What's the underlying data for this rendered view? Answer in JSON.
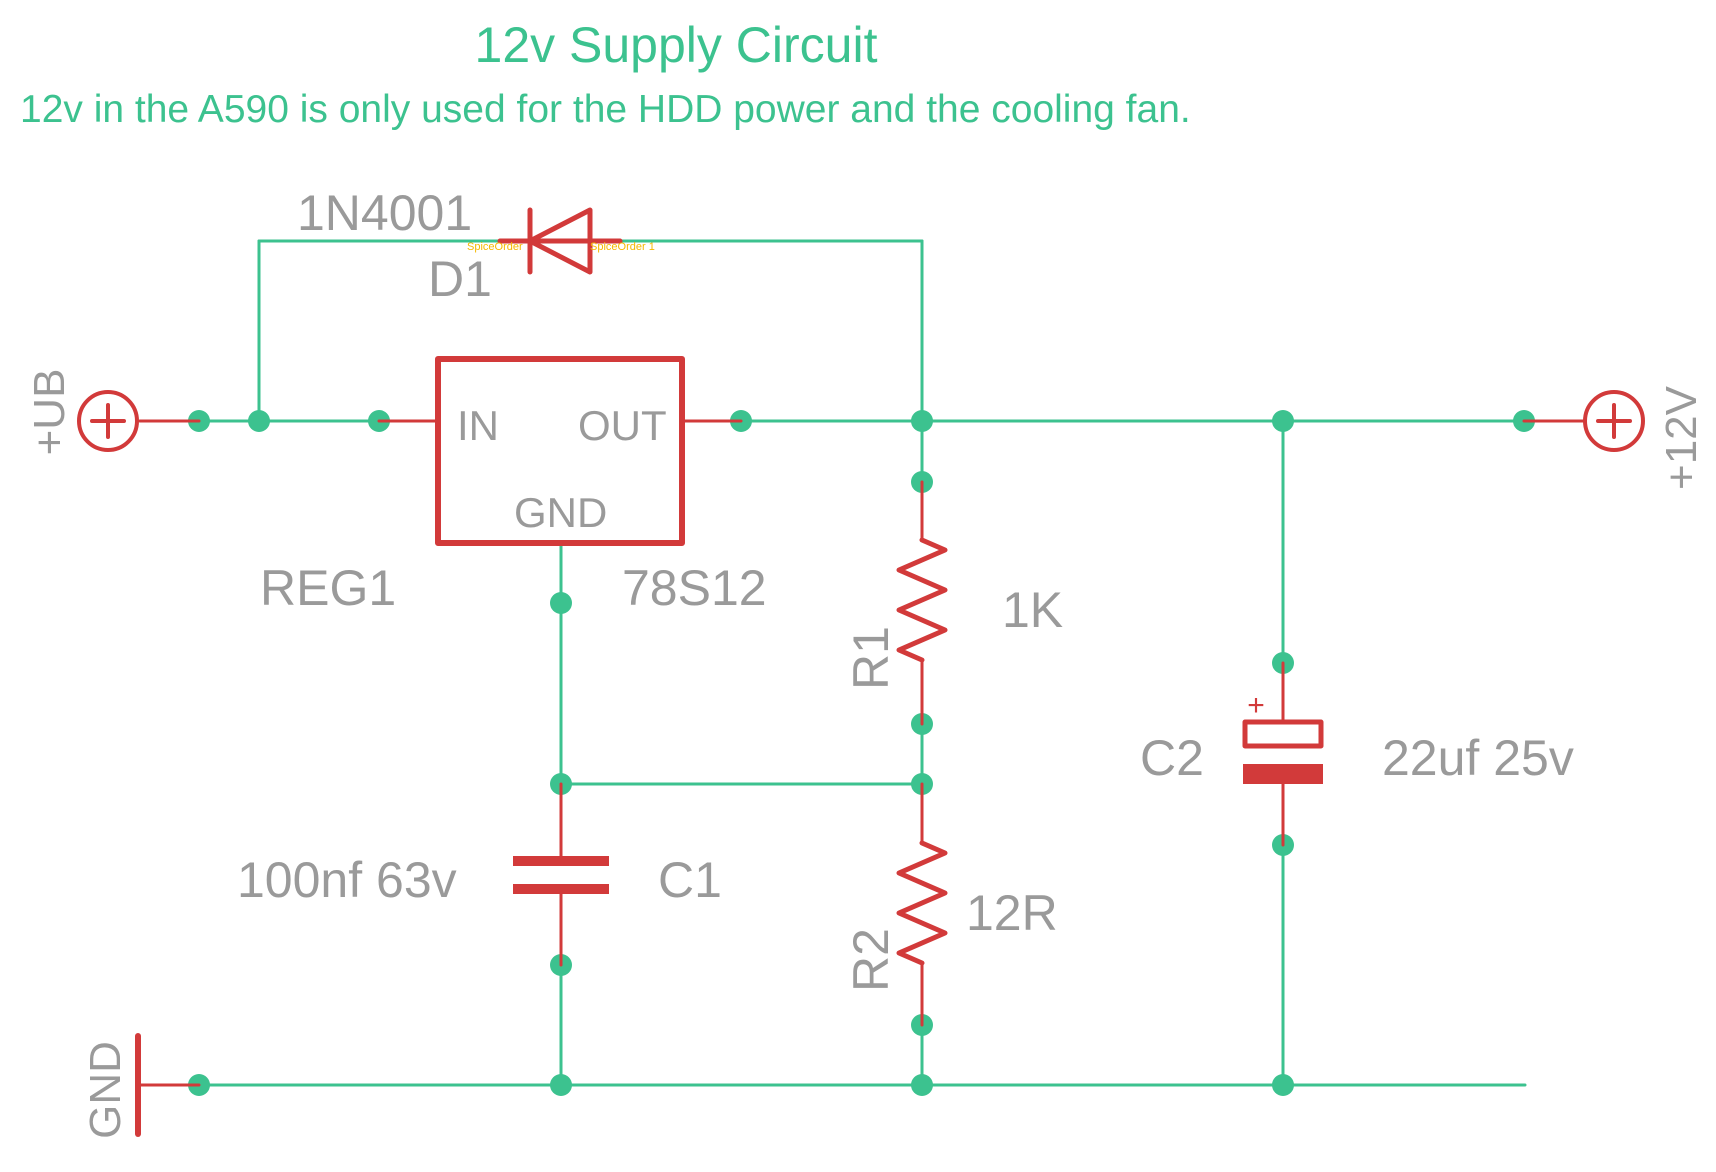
{
  "title": "12v Supply Circuit",
  "subtitle": "12v in the A590 is only used for the HDD power and the cooling fan.",
  "colors": {
    "wire": "#3cc28f",
    "component": "#d23a3a",
    "label": "#9a9a9a",
    "title": "#3cc28f"
  },
  "supply_in": {
    "label": "+UB"
  },
  "supply_out": {
    "label": "+12V"
  },
  "ground": {
    "label": "GND"
  },
  "diode": {
    "value": "1N4001",
    "name": "D1",
    "spice_left": "SpiceOrder",
    "spice_right": "SpiceOrder 1"
  },
  "regulator": {
    "name": "REG1",
    "value": "78S12",
    "pin_in": "IN",
    "pin_out": "OUT",
    "pin_gnd": "GND"
  },
  "r1": {
    "name": "R1",
    "value": "1K"
  },
  "r2": {
    "name": "R2",
    "value": "12R"
  },
  "c1": {
    "name": "C1",
    "value": "100nf 63v"
  },
  "c2": {
    "name": "C2",
    "value": "22uf 25v",
    "polarity": "+"
  }
}
